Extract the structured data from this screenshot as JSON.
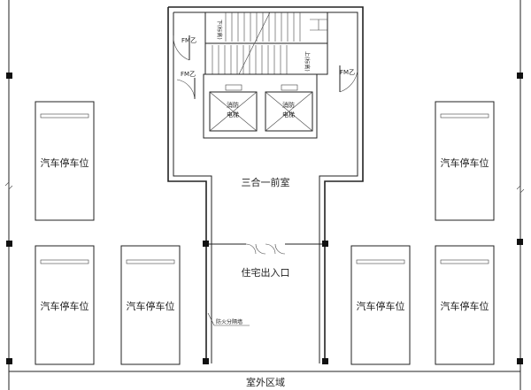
{
  "parking_label": "汽车停车位",
  "lobby_label": "三合一前室",
  "entrance_label": "住宅出入口",
  "outdoor_label": "室外区域",
  "firewall_label": "防火分隔墙",
  "elevator_label_top": "消防",
  "elevator_label_bottom": "电梯",
  "door_tag": "FM乙",
  "stair_down": "下(标高)",
  "stair_up": "上(标高)"
}
